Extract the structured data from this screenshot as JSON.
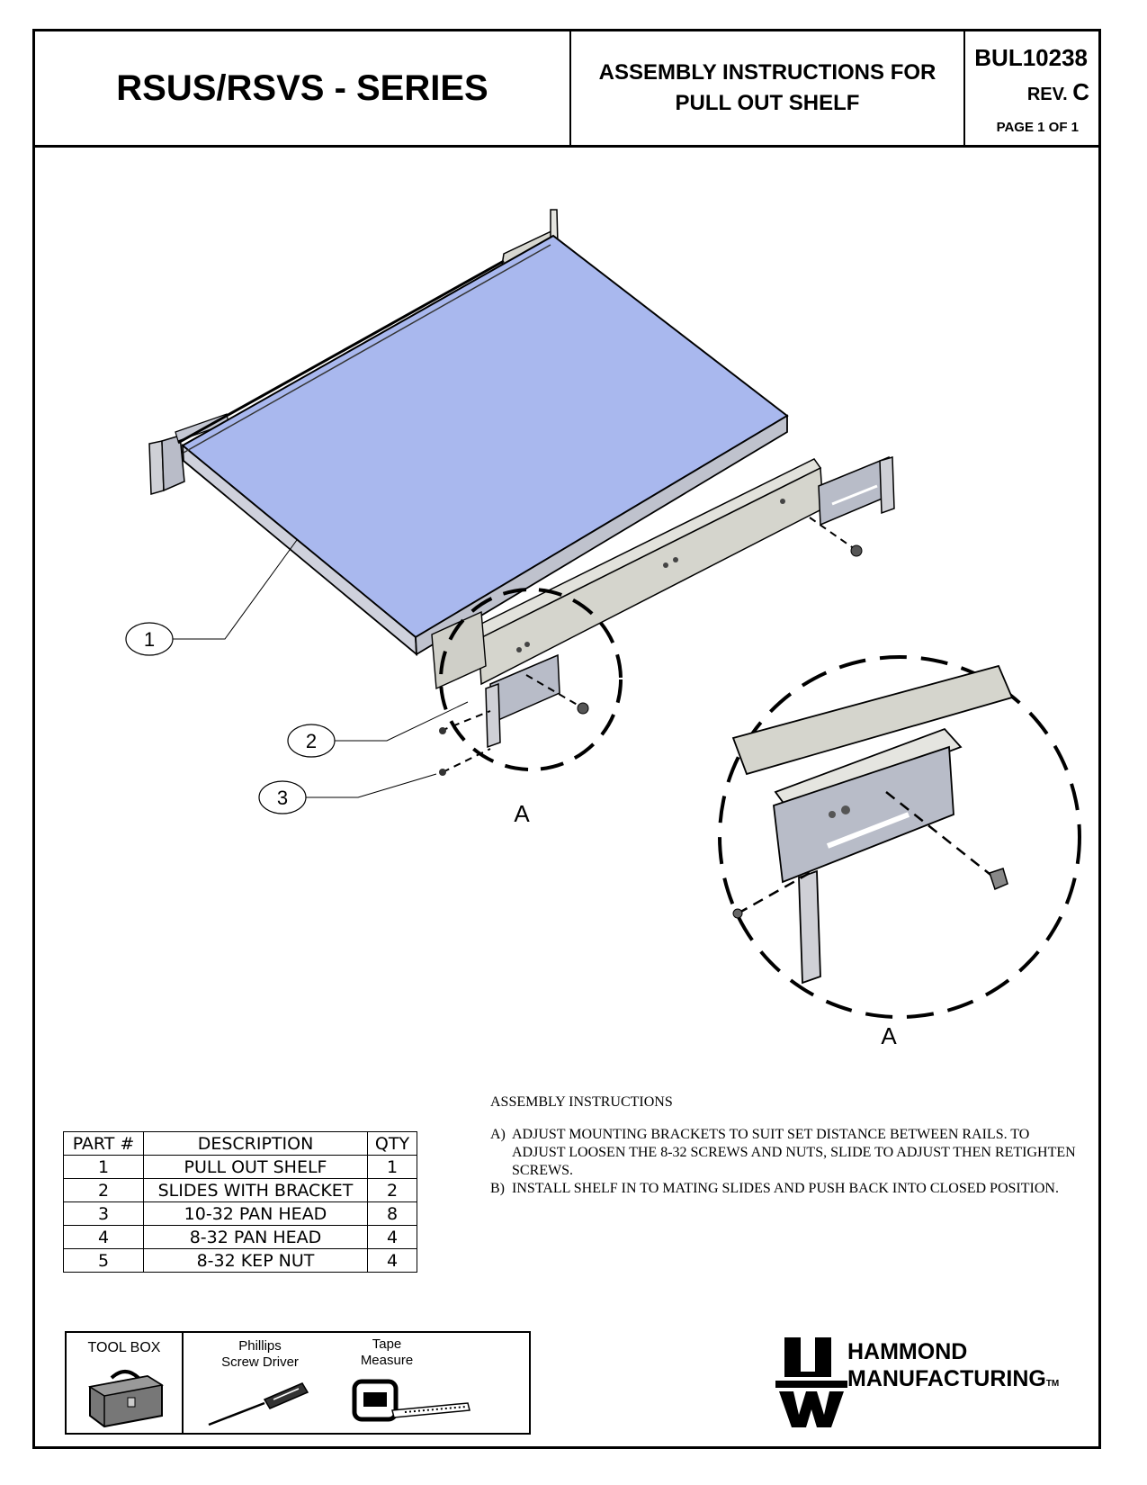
{
  "header": {
    "series": "RSUS/RSVS - SERIES",
    "title_line1": "ASSEMBLY INSTRUCTIONS FOR",
    "title_line2": "PULL OUT SHELF",
    "doc_number": "BUL10238",
    "rev_label": "REV.",
    "rev_value": "C",
    "page": "PAGE 1 OF 1"
  },
  "drawing": {
    "balloons": [
      "1",
      "2",
      "3"
    ],
    "detail_label": "A",
    "detail_view_label": "A",
    "colors": {
      "shelf": "#a9b8ee",
      "shelf_edge": "#c9cbd6",
      "rail": "#d7d7d0",
      "outline": "#000000"
    }
  },
  "instructions": {
    "title": "ASSEMBLY INSTRUCTIONS",
    "steps": [
      {
        "tag": "A)",
        "text": "ADJUST MOUNTING BRACKETS TO SUIT SET DISTANCE BETWEEN RAILS. TO ADJUST LOOSEN THE 8-32 SCREWS AND NUTS, SLIDE TO ADJUST THEN RETIGHTEN SCREWS."
      },
      {
        "tag": "B)",
        "text": "INSTALL SHELF IN TO MATING SLIDES AND PUSH BACK INTO CLOSED POSITION."
      }
    ]
  },
  "parts_table": {
    "headers": [
      "PART #",
      "DESCRIPTION",
      "QTY"
    ],
    "rows": [
      [
        "1",
        "PULL OUT SHELF",
        "1"
      ],
      [
        "2",
        "SLIDES WITH BRACKET",
        "2"
      ],
      [
        "3",
        "10-32 PAN HEAD",
        "8"
      ],
      [
        "4",
        "8-32 PAN HEAD",
        "4"
      ],
      [
        "5",
        "8-32 KEP NUT",
        "4"
      ]
    ]
  },
  "toolbox": {
    "label": "TOOL BOX",
    "tools": [
      {
        "line1": "Phillips",
        "line2": "Screw Driver"
      },
      {
        "line1": "Tape",
        "line2": "Measure"
      }
    ]
  },
  "logo": {
    "line1": "HAMMOND",
    "line2": "MANUFACTURING",
    "tm": "TM"
  }
}
